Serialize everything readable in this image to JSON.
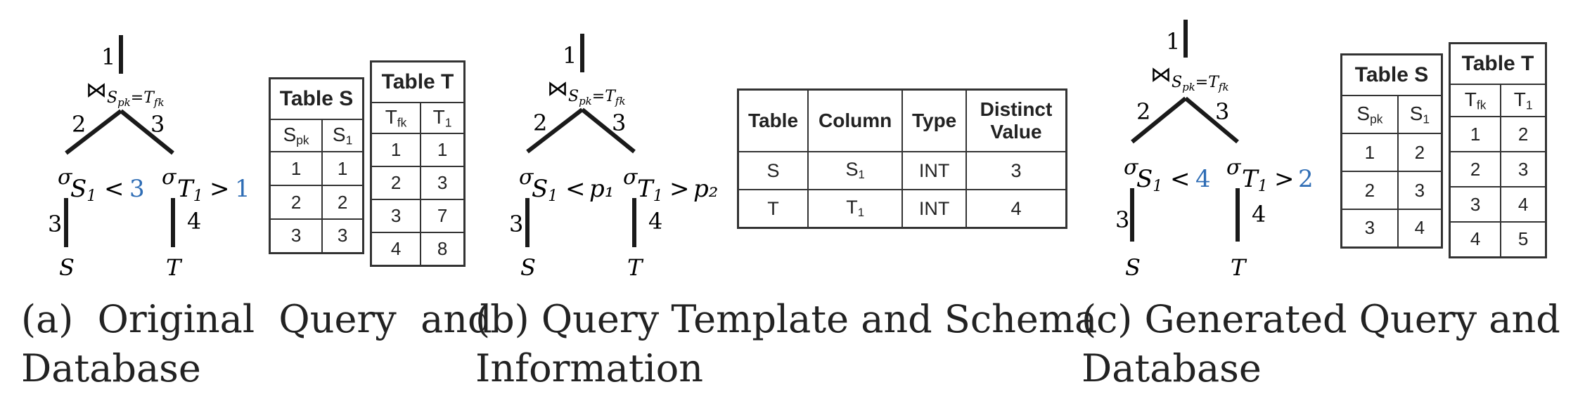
{
  "colors": {
    "accent": "#2f6db5",
    "ink": "#222222"
  },
  "panels": [
    {
      "id": "a",
      "tree": {
        "root_edge_label": "1",
        "join": {
          "symbol": "⋈",
          "condition": "S_pk=T_fk"
        },
        "left_edge_label": "2",
        "right_edge_label": "3",
        "left_select": {
          "sigma": "σ",
          "attr": "S",
          "attr_sub": "1",
          "op": "<",
          "value": "3"
        },
        "right_select": {
          "sigma": "σ",
          "attr": "T",
          "attr_sub": "1",
          "op": ">",
          "value": "1"
        },
        "left_leaf_edge_label": "3",
        "right_leaf_edge_label": "4",
        "left_leaf": "S",
        "right_leaf": "T"
      },
      "table_s": {
        "title": "Table S",
        "headers": [
          "S",
          "S"
        ],
        "header_subs": [
          "pk",
          "1"
        ],
        "rows": [
          [
            "1",
            "1"
          ],
          [
            "2",
            "2"
          ],
          [
            "3",
            "3"
          ]
        ]
      },
      "table_t": {
        "title": "Table T",
        "headers": [
          "T",
          "T"
        ],
        "header_subs": [
          "fk",
          "1"
        ],
        "rows": [
          [
            "1",
            "1"
          ],
          [
            "2",
            "3"
          ],
          [
            "3",
            "7"
          ],
          [
            "4",
            "8"
          ]
        ]
      },
      "caption_line1": "(a)  Original  Query  and",
      "caption_line2": "Database"
    },
    {
      "id": "b",
      "tree": {
        "root_edge_label": "1",
        "join": {
          "symbol": "⋈",
          "condition": "S_pk=T_fk"
        },
        "left_edge_label": "2",
        "right_edge_label": "3",
        "left_select": {
          "sigma": "σ",
          "attr": "S",
          "attr_sub": "1",
          "op": "<",
          "value": "p₁"
        },
        "right_select": {
          "sigma": "σ",
          "attr": "T",
          "attr_sub": "1",
          "op": ">",
          "value": "p₂"
        },
        "left_leaf_edge_label": "3",
        "right_leaf_edge_label": "4",
        "left_leaf": "S",
        "right_leaf": "T"
      },
      "schema": {
        "headers": [
          "Table",
          "Column",
          "Type",
          "Distinct Value"
        ],
        "rows": [
          {
            "table": "S",
            "column": "S",
            "column_sub": "1",
            "type": "INT",
            "distinct": "3"
          },
          {
            "table": "T",
            "column": "T",
            "column_sub": "1",
            "type": "INT",
            "distinct": "4"
          }
        ]
      },
      "caption_line1": "(b) Query Template and Schema",
      "caption_line2": "Information"
    },
    {
      "id": "c",
      "tree": {
        "root_edge_label": "1",
        "join": {
          "symbol": "⋈",
          "condition": "S_pk=T_fk"
        },
        "left_edge_label": "2",
        "right_edge_label": "3",
        "left_select": {
          "sigma": "σ",
          "attr": "S",
          "attr_sub": "1",
          "op": "<",
          "value": "4"
        },
        "right_select": {
          "sigma": "σ",
          "attr": "T",
          "attr_sub": "1",
          "op": ">",
          "value": "2"
        },
        "left_leaf_edge_label": "3",
        "right_leaf_edge_label": "4",
        "left_leaf": "S",
        "right_leaf": "T"
      },
      "table_s": {
        "title": "Table S",
        "headers": [
          "S",
          "S"
        ],
        "header_subs": [
          "pk",
          "1"
        ],
        "rows": [
          [
            "1",
            "2"
          ],
          [
            "2",
            "3"
          ],
          [
            "3",
            "4"
          ]
        ]
      },
      "table_t": {
        "title": "Table T",
        "headers": [
          "T",
          "T"
        ],
        "header_subs": [
          "fk",
          "1"
        ],
        "rows": [
          [
            "1",
            "2"
          ],
          [
            "2",
            "3"
          ],
          [
            "3",
            "4"
          ],
          [
            "4",
            "5"
          ]
        ]
      },
      "caption_line1": "(c) Generated Query and",
      "caption_line2": "Database"
    }
  ]
}
